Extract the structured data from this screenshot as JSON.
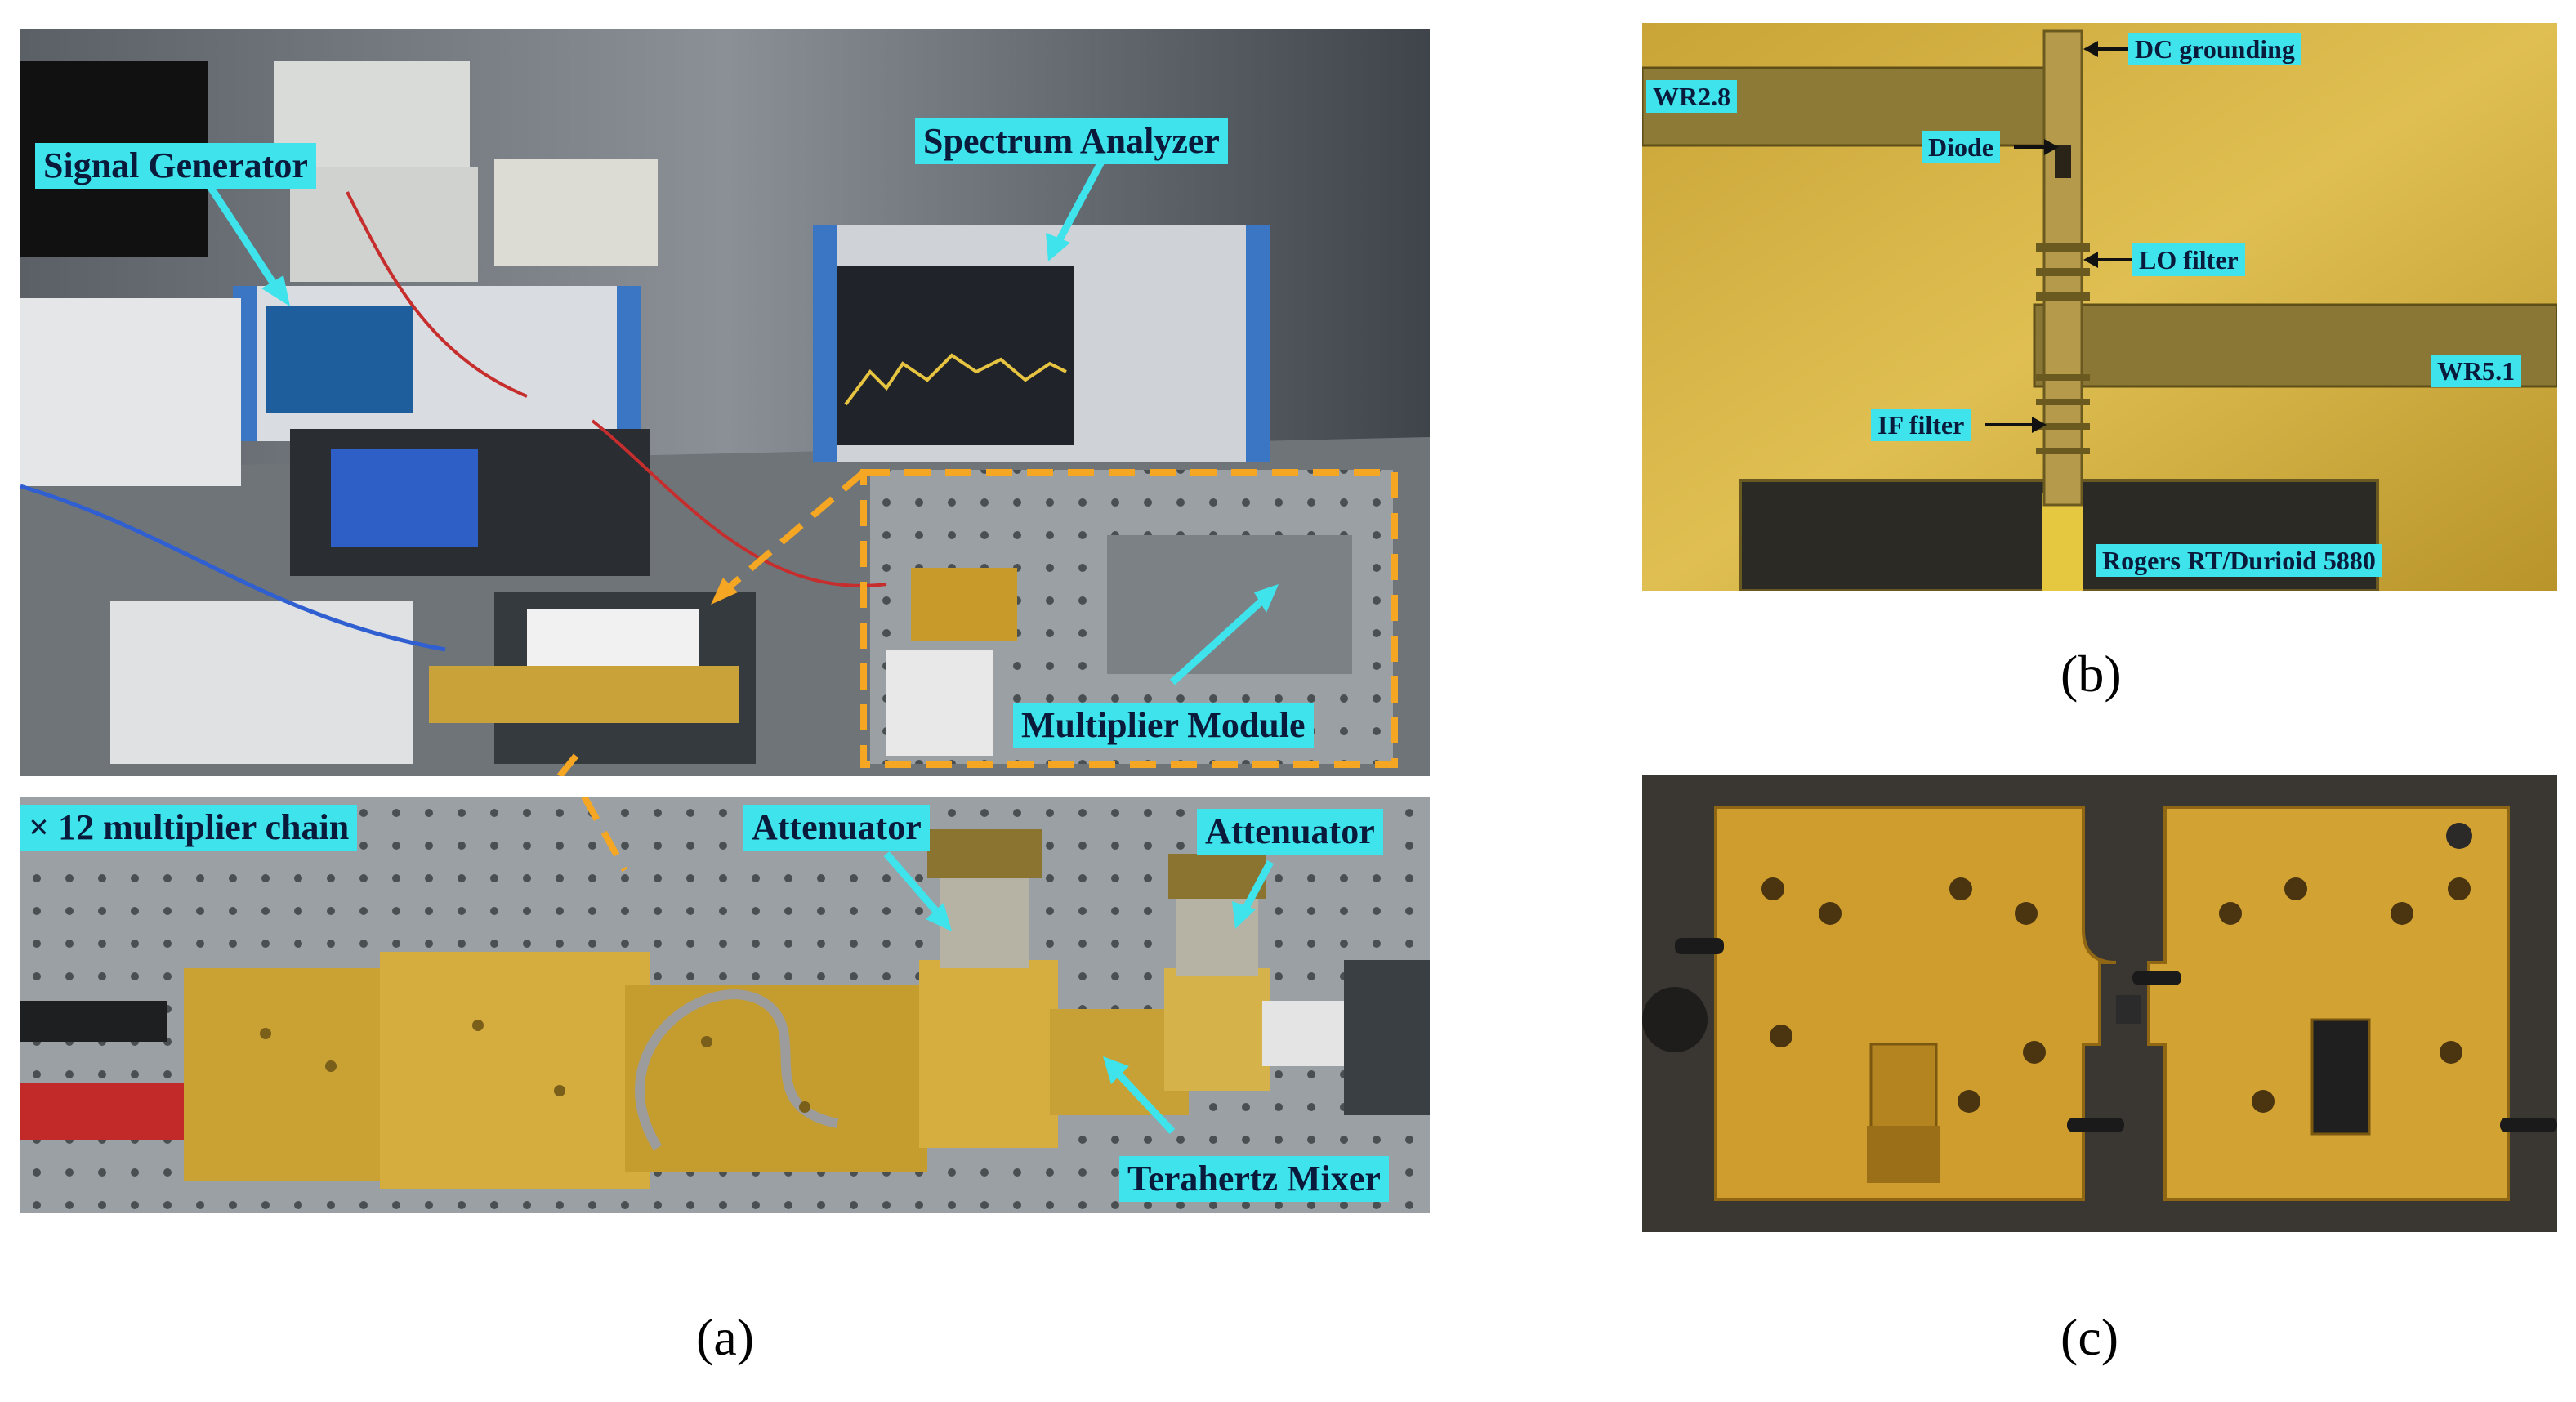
{
  "panel_a": {
    "top_labels": {
      "signal_generator": "Signal Generator",
      "spectrum_analyzer": "Spectrum Analyzer",
      "multiplier_module": "Multiplier Module"
    },
    "bottom_labels": {
      "multiplier_chain": "× 12 multiplier chain",
      "attenuator_1": "Attenuator",
      "attenuator_2": "Attenuator",
      "terahertz_mixer": "Terahertz Mixer"
    },
    "caption": "(a)"
  },
  "panel_b": {
    "labels": {
      "dc_grounding": "DC grounding",
      "wr28": "WR2.8",
      "diode": "Diode",
      "lo_filter": "LO filter",
      "wr51": "WR5.1",
      "if_filter": "IF filter",
      "substrate": "Rogers RT/Durioid 5880"
    },
    "caption": "(b)"
  },
  "panel_c": {
    "caption": "(c)"
  },
  "colors": {
    "label_bg": "#3fe3ec",
    "dashed_box": "#f5a623",
    "arrow": "#3fe3ec"
  }
}
